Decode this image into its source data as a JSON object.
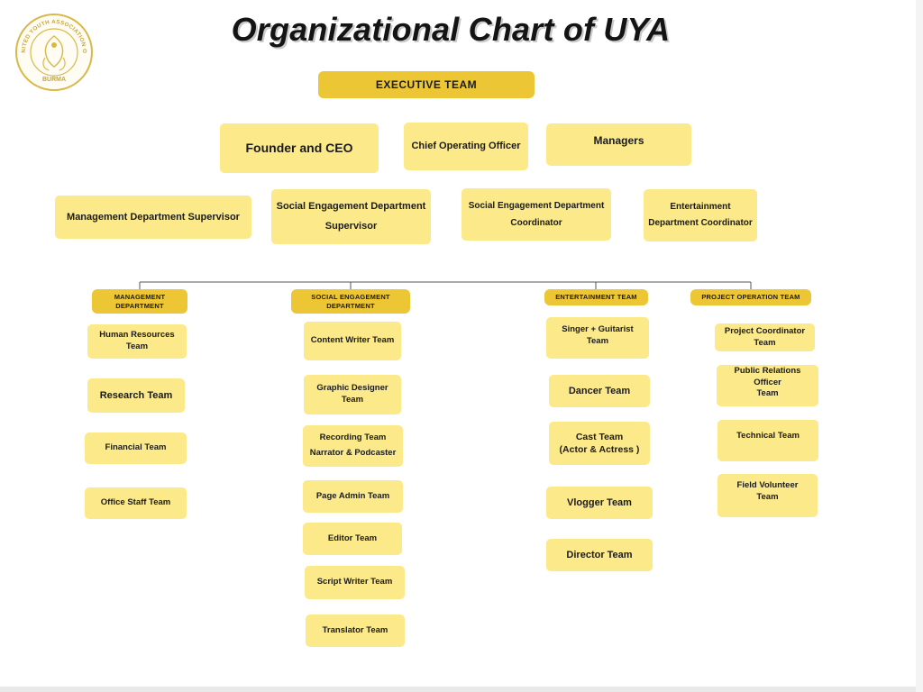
{
  "title": "Organizational Chart of UYA",
  "logo": {
    "top_text": "UNITED YOUTH ASSOCIATION OF",
    "bottom_text": "BURMA",
    "icon": "uya-seal-logo"
  },
  "executive": {
    "header": "EXECUTIVE TEAM",
    "founder": "Founder and CEO",
    "coo": "Chief Operating Officer",
    "managers": "Managers"
  },
  "supervisors": {
    "management": "Management Department Supervisor",
    "social_supervisor": "Social Engagement Department\nSupervisor",
    "social_coordinator": "Social Engagement Department\nCoordinator",
    "entertainment_coordinator": "Entertainment\nDepartment Coordinator"
  },
  "departments": [
    {
      "name": "MANAGEMENT\nDEPARTMENT",
      "teams": [
        "Human Resources\nTeam",
        "Research Team",
        "Financial Team",
        "Office Staff Team"
      ]
    },
    {
      "name": "SOCIAL ENGAGEMENT\nDEPARTMENT",
      "teams": [
        "Content Writer Team",
        "Graphic Designer\nTeam",
        "Recording Team\nNarrator & Podcaster",
        "Page Admin Team",
        "Editor Team",
        "Script Writer Team",
        "Translator Team"
      ]
    },
    {
      "name": "ENTERTAINMENT TEAM",
      "teams": [
        "Singer + Guitarist\nTeam",
        "Dancer Team",
        "Cast Team\n(Actor & Actress )",
        "Vlogger Team",
        "Director Team"
      ]
    },
    {
      "name": "PROJECT OPERATION TEAM",
      "teams": [
        "Project Coordinator\nTeam",
        "Public Relations Officer\nTeam",
        "Technical Team",
        "Field Volunteer\nTeam"
      ]
    }
  ],
  "colors": {
    "box_fill": "#fbe98a",
    "header_fill": "#edc635",
    "logo_gold": "#d9b84a",
    "connector": "#555555"
  }
}
